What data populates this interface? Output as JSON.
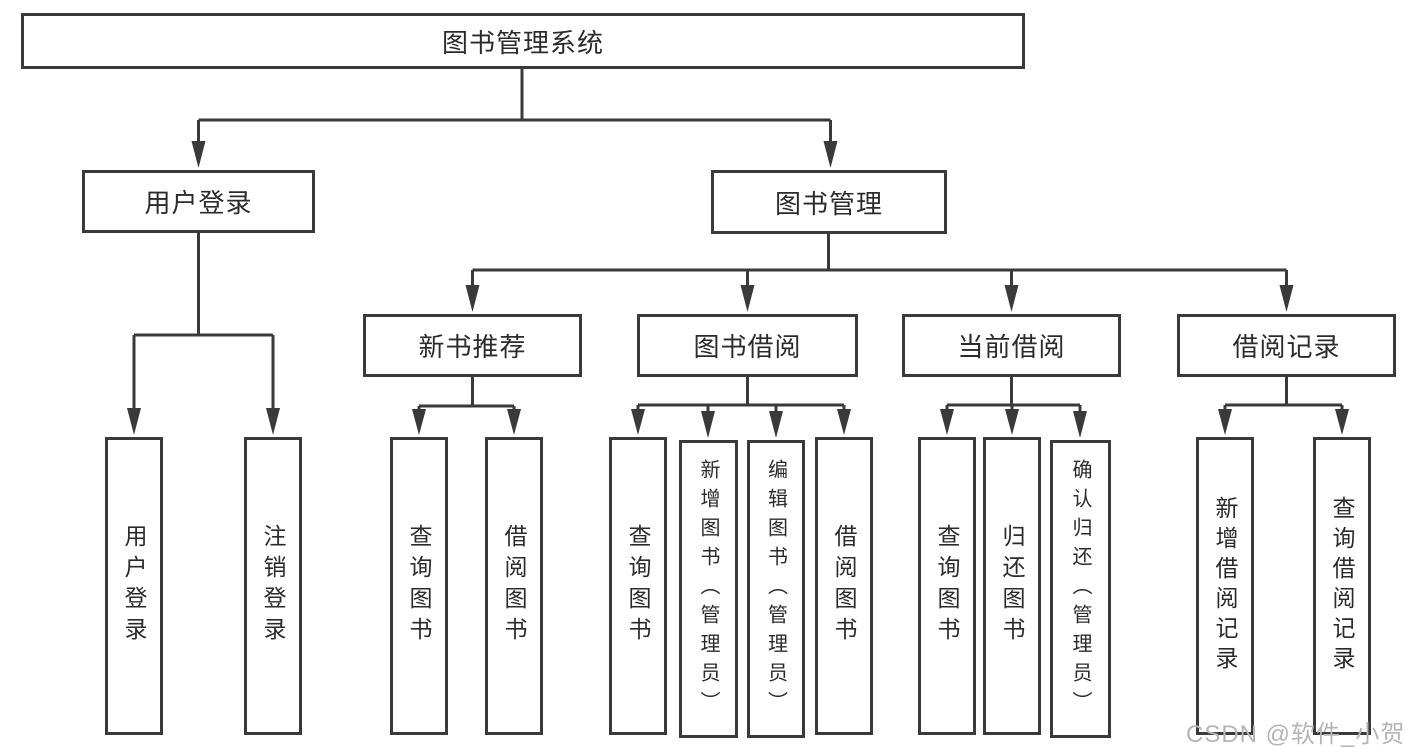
{
  "diagram": {
    "root": {
      "label": "图书管理系统"
    },
    "level1": [
      {
        "label": "用户登录"
      },
      {
        "label": "图书管理"
      }
    ],
    "level2": [
      {
        "label": "新书推荐"
      },
      {
        "label": "图书借阅"
      },
      {
        "label": "当前借阅"
      },
      {
        "label": "借阅记录"
      }
    ],
    "leaves": {
      "user_login": [
        {
          "label": "用户登录"
        },
        {
          "label": "注销登录"
        }
      ],
      "new_book_recommend": [
        {
          "label": "查询图书"
        },
        {
          "label": "借阅图书"
        }
      ],
      "book_borrow": [
        {
          "label": "查询图书"
        },
        {
          "label": "新增图书（管理员）"
        },
        {
          "label": "编辑图书（管理员）"
        },
        {
          "label": "借阅图书"
        }
      ],
      "current_borrow": [
        {
          "label": "查询图书"
        },
        {
          "label": "归还图书"
        },
        {
          "label": "确认归还（管理员）"
        }
      ],
      "borrow_record": [
        {
          "label": "新增借阅记录"
        },
        {
          "label": "查询借阅记录"
        }
      ]
    }
  },
  "watermark": {
    "text": "CSDN @软件_小贺同学"
  },
  "colors": {
    "line": "#3a3a3a",
    "box_border": "#3a3a3a",
    "text": "#2b2b2b",
    "watermark": "#b5b5b5",
    "background": "#ffffff"
  }
}
